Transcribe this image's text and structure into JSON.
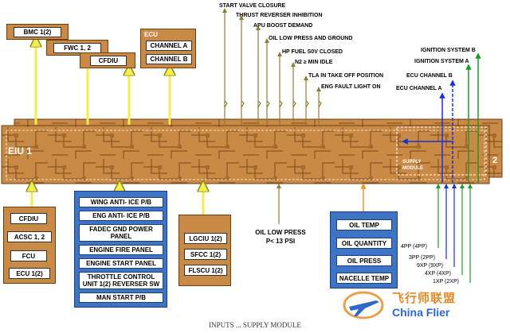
{
  "colors": {
    "board": "#c98a45",
    "board_dark": "#8a5522",
    "blue_panel": "#3e74c4",
    "yellow": "#f2ee4c",
    "olive": "#8a7f35",
    "orange_arrow": "#f29334",
    "blue_arrow": "#1a30d6",
    "green_arrow": "#1f9a2a"
  },
  "top_left": {
    "bmc": "BMC 1(2)",
    "fwc": "FWC 1,   2",
    "cfdiu": "CFDIU"
  },
  "ecu_box": {
    "title": "ECU",
    "channel_a": "CHANNEL A",
    "channel_b": "CHANNEL B"
  },
  "outputs": [
    "START VALVE CLOSURE",
    "THRUST REVERSER INHIBITION",
    "APU BOOST DEMAND",
    "OIL LOW PRESS AND GROUND",
    "HP FUEL S0V CLOSED",
    "N2 ≥ MIN IDLE",
    "TLA IN TAKE OFF POSITION",
    "ENG FAULT LIGHT ON"
  ],
  "right_signals": {
    "ignition_b": "IGNITION SYSTEM B",
    "ignition_a": "IGNITION SYSTEM A",
    "ecu_b": "ECU CHANNEL B",
    "ecu_a": "ECU CHANNEL A"
  },
  "eiu": {
    "label": "EIU 1",
    "back_number": "2",
    "supply_module": "SUPPLY\nMODULE"
  },
  "left_inputs": [
    "CFDIU",
    "ACSC 1,   2",
    "FCU",
    "ECU 1(2)"
  ],
  "blue_panel": [
    "WING ANTI- ICE P/B",
    "ENG ANTI- ICE P/B",
    "FADEC GND POWER PANEL",
    "ENGINE FIRE PANEL",
    "ENGINE START PANEL",
    "THROTTLE CONTROL UNIT 1(2) REVERSER SW",
    "MAN START P/B"
  ],
  "middle_inputs": [
    "LGCIU 1(2)",
    "SFCC 1(2)",
    "FLSCU 1(2)"
  ],
  "oil_low_press": {
    "line1": "OIL LOW PRESS",
    "line2": "P< 13 PSI"
  },
  "oil_panel": [
    "OIL TEMP",
    "OIL QUANTITY",
    "OIL PRESS",
    "NACELLE TEMP"
  ],
  "supply_inputs": [
    "4PP (4PP)",
    "3PP (2PP)",
    "9XP (9XP)",
    "4XP (4XP)",
    "1XP (2XP)"
  ],
  "caption": "INPUTS ... SUPPLY MODULE",
  "watermark": {
    "cn": "飞行师联盟",
    "en": "China Flier"
  }
}
